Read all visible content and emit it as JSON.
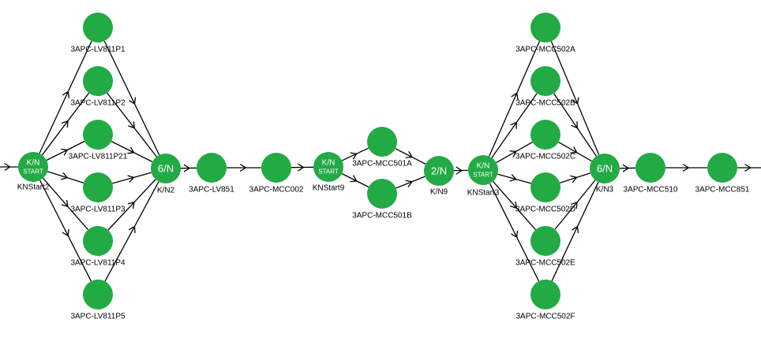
{
  "diagram": {
    "nodes": [
      {
        "id": "ks2",
        "inner": [
          "K/N",
          "START"
        ],
        "label": "KNStart2",
        "color": "#22aa44"
      },
      {
        "id": "p1",
        "inner": [],
        "label": "3APC-LV811P1",
        "color": "#22aa44"
      },
      {
        "id": "p2",
        "inner": [],
        "label": "3APC-LV811P2",
        "color": "#22aa44"
      },
      {
        "id": "p21",
        "inner": [],
        "label": "3APC-LV811P21",
        "color": "#22aa44"
      },
      {
        "id": "p3",
        "inner": [],
        "label": "3APC-LV811P3",
        "color": "#22aa44"
      },
      {
        "id": "p4",
        "inner": [],
        "label": "3APC-LV811P4",
        "color": "#22aa44"
      },
      {
        "id": "p5",
        "inner": [],
        "label": "3APC-LV811P5",
        "color": "#22aa44"
      },
      {
        "id": "n2",
        "inner": [
          "6/N"
        ],
        "label": "K/N2",
        "color": "#22aa44"
      },
      {
        "id": "lv851",
        "inner": [],
        "label": "3APC-LV851",
        "color": "#22aa44"
      },
      {
        "id": "mcc002",
        "inner": [],
        "label": "3APC-MCC002",
        "color": "#22aa44"
      },
      {
        "id": "ks9",
        "inner": [
          "K/N",
          "START"
        ],
        "label": "KNStart9",
        "color": "#22aa44"
      },
      {
        "id": "m501a",
        "inner": [],
        "label": "3APC-MCC501A",
        "color": "#22aa44"
      },
      {
        "id": "m501b",
        "inner": [],
        "label": "3APC-MCC501B",
        "color": "#22aa44"
      },
      {
        "id": "n9",
        "inner": [
          "2/N"
        ],
        "label": "K/N9",
        "color": "#22aa44"
      },
      {
        "id": "ks3",
        "inner": [
          "K/N",
          "START"
        ],
        "label": "KNStart3",
        "color": "#22aa44"
      },
      {
        "id": "m502a",
        "inner": [],
        "label": "3APC-MCC502A",
        "color": "#22aa44"
      },
      {
        "id": "m502b",
        "inner": [],
        "label": "3APC-MCC502B",
        "color": "#22aa44"
      },
      {
        "id": "m502c",
        "inner": [],
        "label": "3APC-MCC502C",
        "color": "#22aa44"
      },
      {
        "id": "m502d",
        "inner": [],
        "label": "3APC-MCC502D",
        "color": "#22aa44"
      },
      {
        "id": "m502e",
        "inner": [],
        "label": "3APC-MCC502E",
        "color": "#22aa44"
      },
      {
        "id": "m502f",
        "inner": [],
        "label": "3APC-MCC502F",
        "color": "#22aa44"
      },
      {
        "id": "n3",
        "inner": [
          "6/N"
        ],
        "label": "K/N3",
        "color": "#22aa44"
      },
      {
        "id": "m510",
        "inner": [],
        "label": "3APC-MCC510",
        "color": "#22aa44"
      },
      {
        "id": "m851",
        "inner": [],
        "label": "3APC-MCC851",
        "color": "#22aa44"
      }
    ],
    "edges": [
      [
        "__in",
        "ks2"
      ],
      [
        "ks2",
        "p1"
      ],
      [
        "ks2",
        "p2"
      ],
      [
        "ks2",
        "p21"
      ],
      [
        "ks2",
        "p3"
      ],
      [
        "ks2",
        "p4"
      ],
      [
        "ks2",
        "p5"
      ],
      [
        "p1",
        "n2"
      ],
      [
        "p2",
        "n2"
      ],
      [
        "p21",
        "n2"
      ],
      [
        "p3",
        "n2"
      ],
      [
        "p4",
        "n2"
      ],
      [
        "p5",
        "n2"
      ],
      [
        "n2",
        "lv851"
      ],
      [
        "lv851",
        "mcc002"
      ],
      [
        "mcc002",
        "ks9"
      ],
      [
        "ks9",
        "m501a"
      ],
      [
        "ks9",
        "m501b"
      ],
      [
        "m501a",
        "n9"
      ],
      [
        "m501b",
        "n9"
      ],
      [
        "n9",
        "ks3"
      ],
      [
        "ks3",
        "m502a"
      ],
      [
        "ks3",
        "m502b"
      ],
      [
        "ks3",
        "m502c"
      ],
      [
        "ks3",
        "m502d"
      ],
      [
        "ks3",
        "m502e"
      ],
      [
        "ks3",
        "m502f"
      ],
      [
        "m502a",
        "n3"
      ],
      [
        "m502b",
        "n3"
      ],
      [
        "m502c",
        "n3"
      ],
      [
        "m502d",
        "n3"
      ],
      [
        "m502e",
        "n3"
      ],
      [
        "m502f",
        "n3"
      ],
      [
        "n3",
        "m510"
      ],
      [
        "m510",
        "m851"
      ],
      [
        "m851",
        "__out"
      ]
    ]
  }
}
